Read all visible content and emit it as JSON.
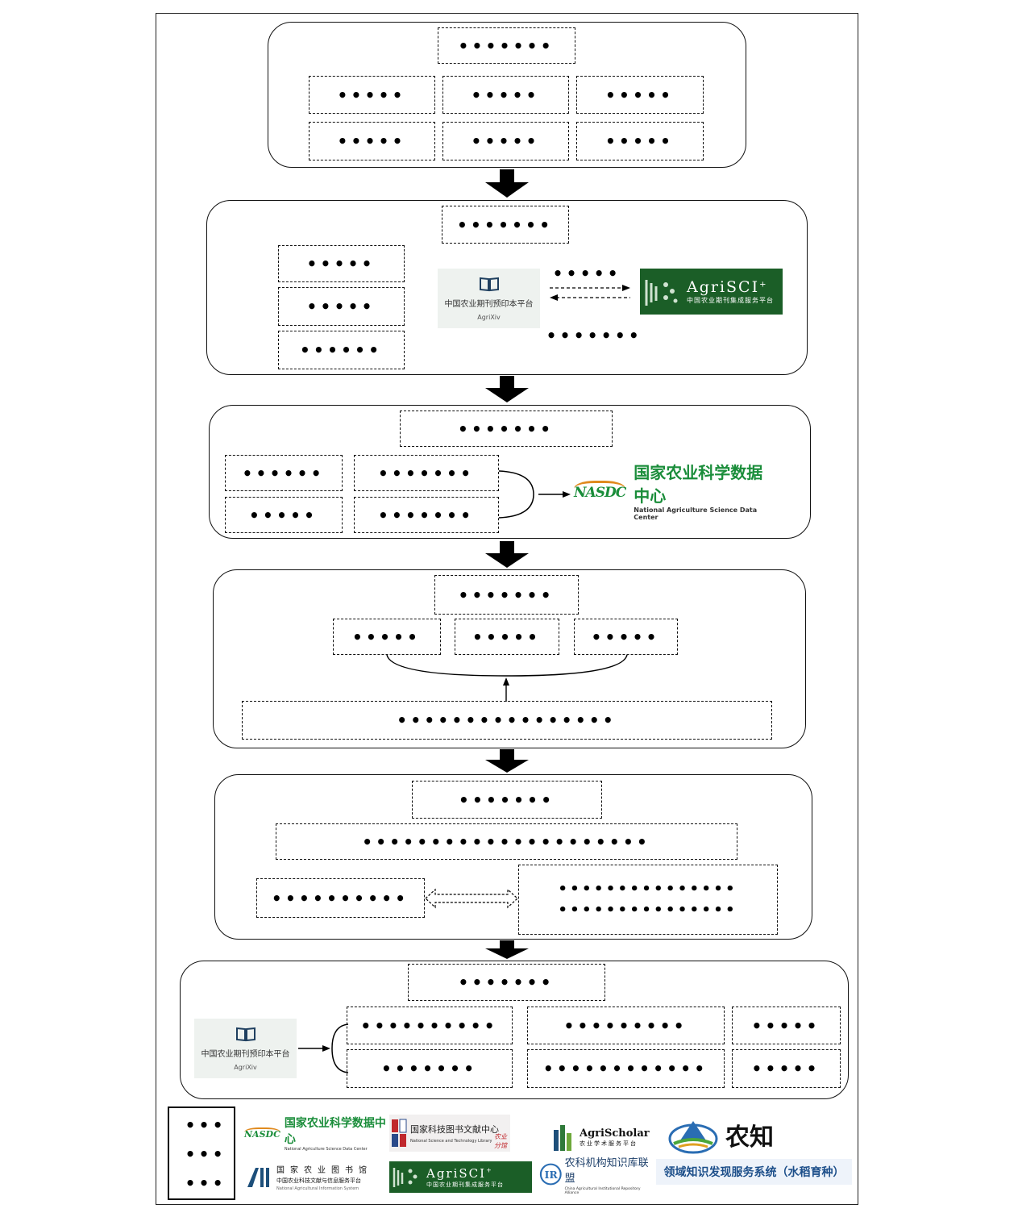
{
  "platforms": {
    "agrixiv": {
      "name_cn": "中国农业期刊预印本平台",
      "name_en": "AgriXiv"
    },
    "agrisci": {
      "name": "AgriSCI",
      "sup": "+",
      "subtitle": "中国农业期刊集成服务平台"
    },
    "nasdc": {
      "mark": "NASDC",
      "name_cn": "国家农业科学数据中心",
      "name_en": "National Agriculture Science Data Center"
    }
  },
  "stage1": {
    "title": "•••••••",
    "cells": [
      "•••••",
      "•••••",
      "•••••",
      "•••••",
      "•••••",
      "•••••"
    ]
  },
  "stage2": {
    "title": "•••••••",
    "left": [
      "•••••",
      "•••••",
      "••••••"
    ],
    "link_top": "•••••",
    "link_bottom": "•••••••"
  },
  "stage3": {
    "title": "•••••••",
    "left": [
      "••••••",
      "•••••"
    ],
    "mid": [
      "•••••••",
      "•••••••"
    ]
  },
  "stage4": {
    "title": "•••••••",
    "row": [
      "•••••",
      "•••••",
      "•••••"
    ],
    "bottom": "••••••••••••••••"
  },
  "stage5": {
    "title": "•••••••",
    "wide": "•••••••••••••••••••••",
    "left": "••••••••••",
    "right_line1": "•••••••••••••••",
    "right_line2": "•••••••••••••••"
  },
  "stage6": {
    "title": "•••••••",
    "r1": [
      "••••••••••",
      "•••••••••",
      "•••••"
    ],
    "r2": [
      "•••••••",
      "••••••••••••",
      "•••••"
    ]
  },
  "legend": {
    "dots": [
      "•••",
      "•••",
      "•••"
    ],
    "nasdc": {
      "mark": "NASDC",
      "name_cn": "国家农业科学数据中心",
      "name_en": "National Agriculture Science Data Center"
    },
    "nstl": {
      "name_cn": "国家科技图书文献中心",
      "name_en": "National Science and Technology Library",
      "tag": "农业分馆"
    },
    "agrischolar": {
      "name": "AgriScholar",
      "sub": "农业学术服务平台"
    },
    "nongzhi": {
      "name": "农知"
    },
    "aii": {
      "name_cn": "国家农业图书馆",
      "sub_cn": "中国农业科技文献与信息服务平台",
      "name_en": "National Agricultural Information System"
    },
    "agrisci": {
      "name": "AgriSCI",
      "sup": "+",
      "subtitle": "中国农业期刊集成服务平台"
    },
    "ir": {
      "name_cn": "农科机构知识库联盟",
      "name_en": "China Agricultural Institutional Repository Alliance"
    },
    "kds": {
      "name": "领域知识发现服务系统（水稻育种）"
    }
  },
  "colors": {
    "green": "#1b5e27",
    "nasdc_green": "#1a8d3a",
    "nasdc_orange": "#e08a1e"
  }
}
